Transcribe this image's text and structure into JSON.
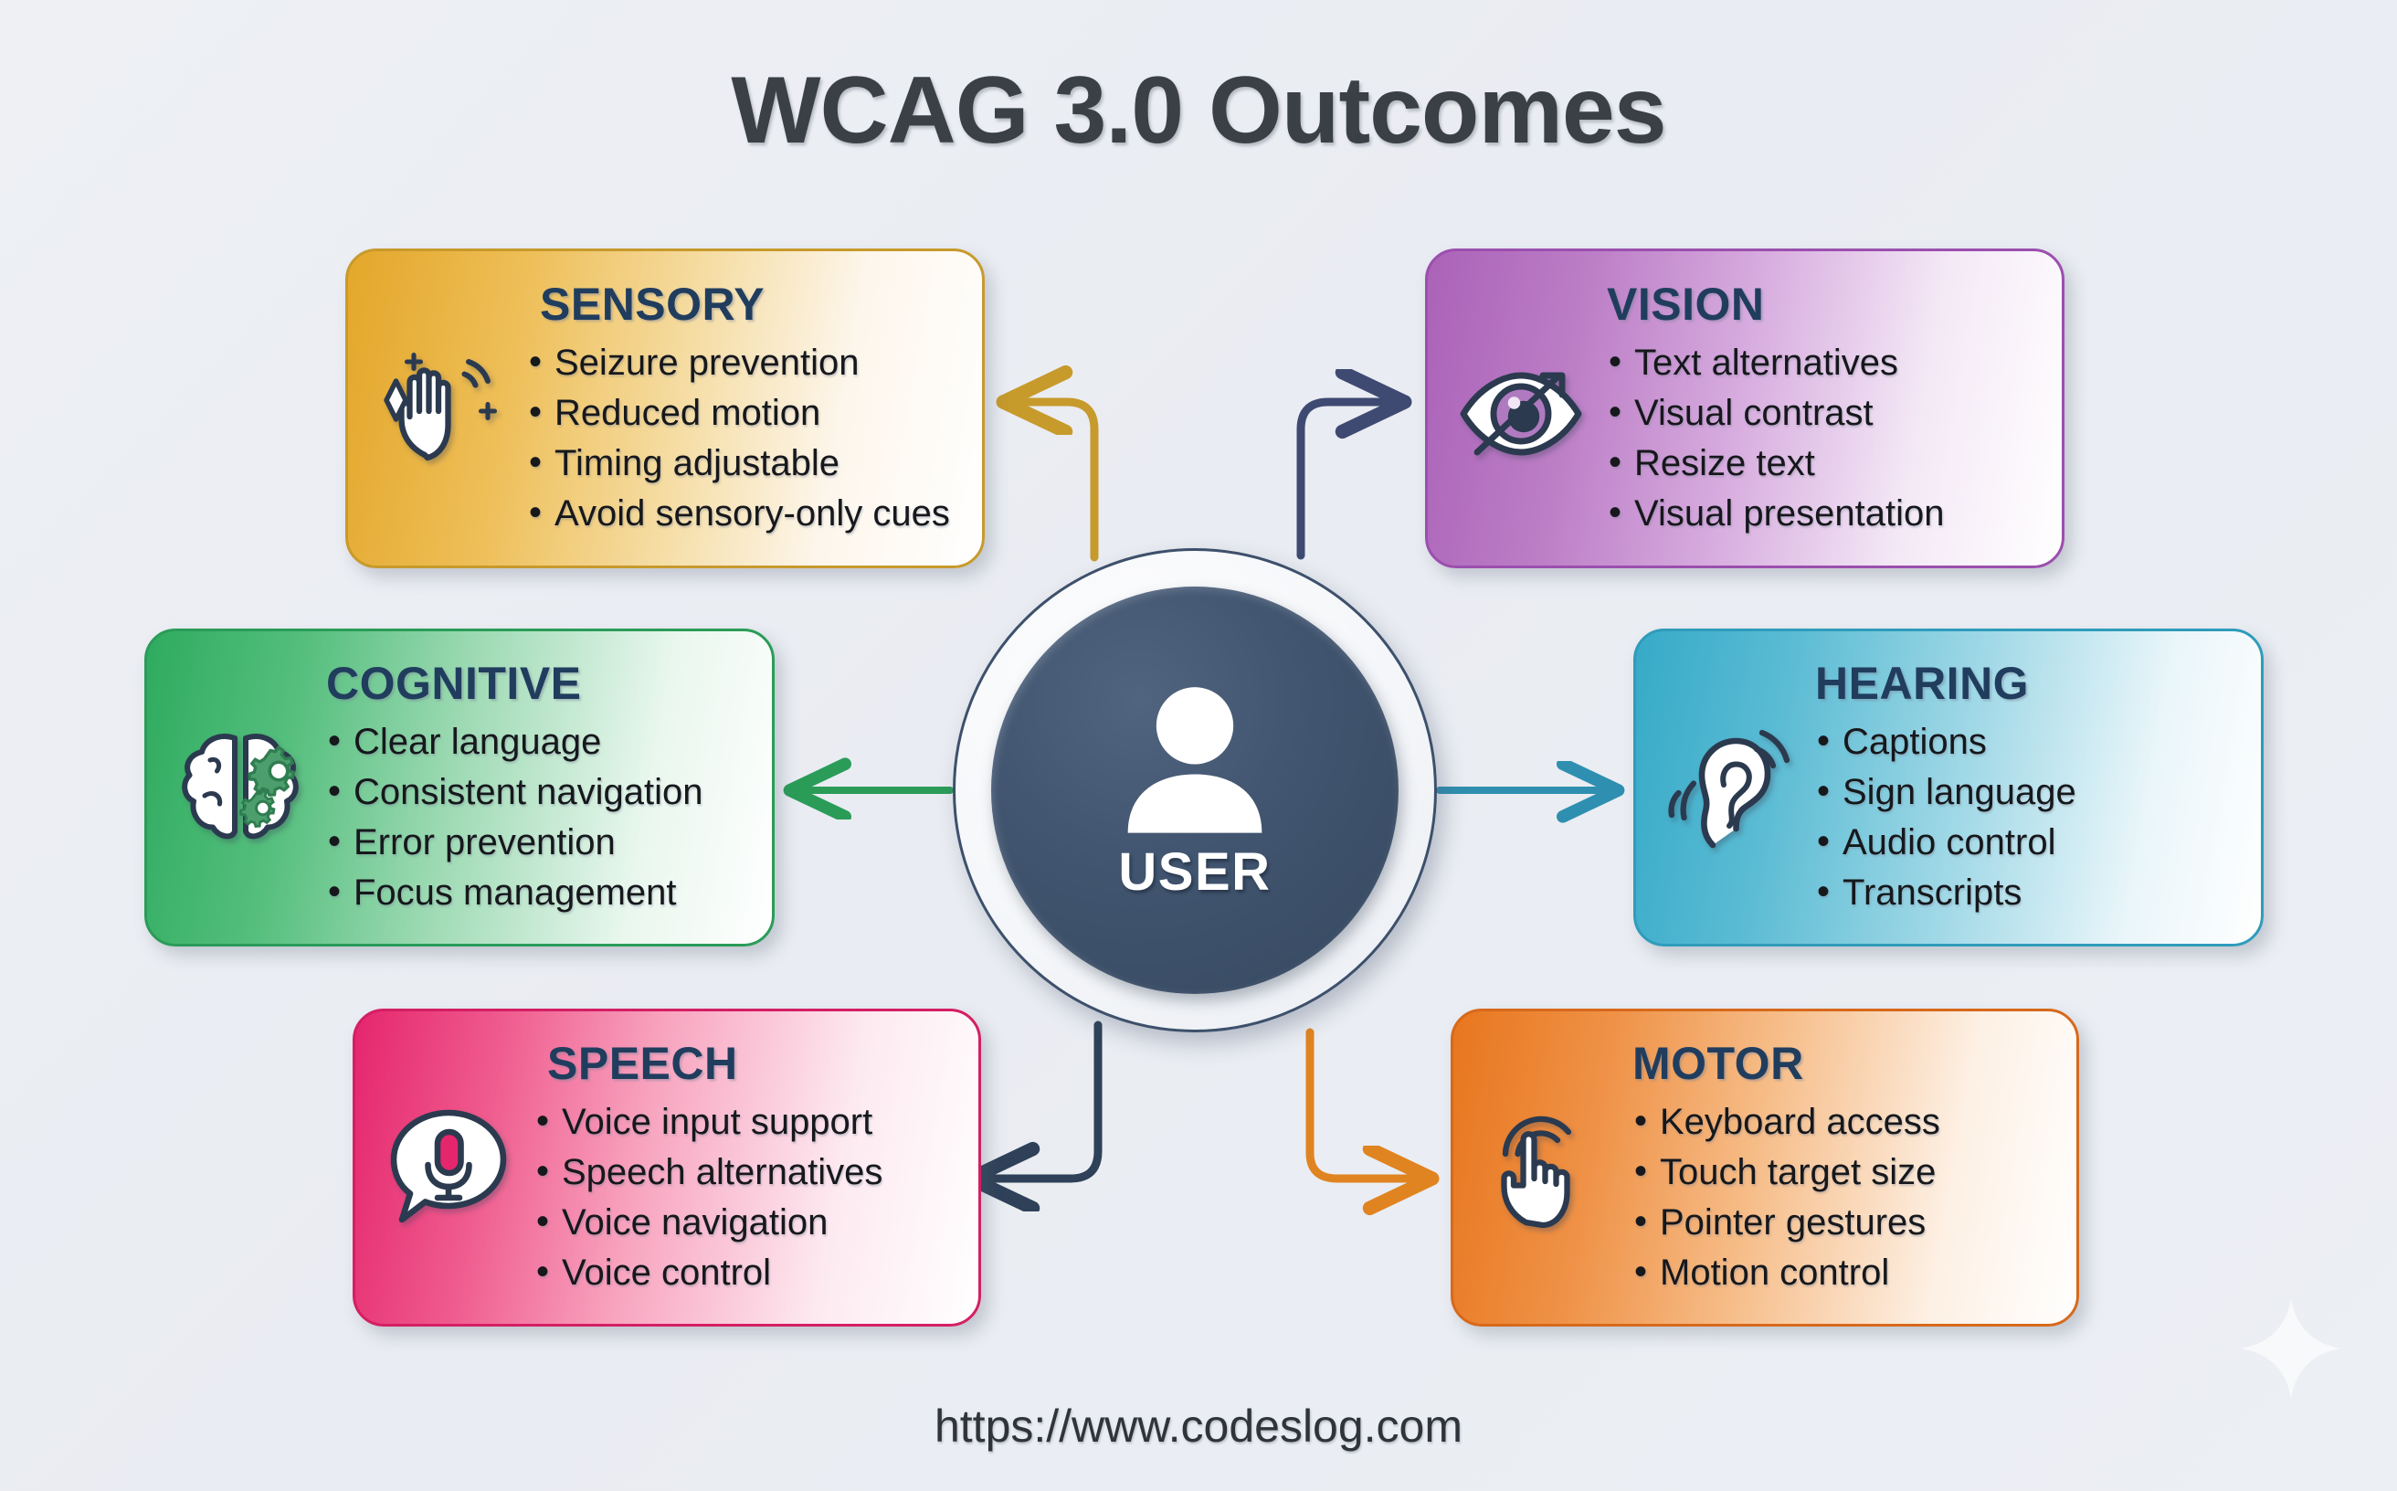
{
  "page": {
    "title": "WCAG 3.0 Outcomes",
    "footer_url": "https://www.codeslog.com",
    "background_color": "#eef0f4"
  },
  "hub": {
    "label": "USER",
    "icon": "person-icon",
    "fill_color": "#3d506b",
    "ring_color": "#3d506b"
  },
  "cards": [
    {
      "id": "sensory",
      "title": "SENSORY",
      "icon": "hand-sparkle-icon",
      "accent_color": "#c79a2c",
      "gradient_from": "#e3a72a",
      "gradient_to": "#ffffff",
      "items": [
        "Seizure prevention",
        "Reduced motion",
        "Timing adjustable",
        "Avoid sensory-only cues"
      ]
    },
    {
      "id": "vision",
      "title": "VISION",
      "icon": "eye-arrow-icon",
      "accent_color": "#9b4fae",
      "gradient_from": "#ab62b8",
      "gradient_to": "#ffffff",
      "items": [
        "Text alternatives",
        "Visual contrast",
        "Resize text",
        "Visual presentation"
      ]
    },
    {
      "id": "cognitive",
      "title": "COGNITIVE",
      "icon": "brain-gears-icon",
      "accent_color": "#2a9c58",
      "gradient_from": "#2eab5f",
      "gradient_to": "#ffffff",
      "items": [
        "Clear language",
        "Consistent navigation",
        "Error prevention",
        "Focus management"
      ]
    },
    {
      "id": "hearing",
      "title": "HEARING",
      "icon": "ear-soundwaves-icon",
      "accent_color": "#2f9cbb",
      "gradient_from": "#36aac8",
      "gradient_to": "#ffffff",
      "items": [
        "Captions",
        "Sign language",
        "Audio control",
        "Transcripts"
      ]
    },
    {
      "id": "speech",
      "title": "SPEECH",
      "icon": "microphone-bubble-icon",
      "accent_color": "#d41f63",
      "gradient_from": "#e5266d",
      "gradient_to": "#ffffff",
      "items": [
        "Voice input support",
        "Speech alternatives",
        "Voice navigation",
        "Voice control"
      ]
    },
    {
      "id": "motor",
      "title": "MOTOR",
      "icon": "tap-hand-icon",
      "accent_color": "#d7691b",
      "gradient_from": "#e8761e",
      "gradient_to": "#ffffff",
      "items": [
        "Keyboard access",
        "Touch target size",
        "Pointer gestures",
        "Motion control"
      ]
    }
  ],
  "connectors": [
    {
      "id": "hub-to-sensory",
      "target": "sensory",
      "color": "#c79a2c",
      "direction": "up-left"
    },
    {
      "id": "hub-to-vision",
      "target": "vision",
      "color": "#3f4a73",
      "direction": "up-right"
    },
    {
      "id": "hub-to-cognitive",
      "target": "cognitive",
      "color": "#2a9c58",
      "direction": "left"
    },
    {
      "id": "hub-to-hearing",
      "target": "hearing",
      "color": "#2f8fb0",
      "direction": "right"
    },
    {
      "id": "hub-to-speech",
      "target": "speech",
      "color": "#2e4158",
      "direction": "down-left"
    },
    {
      "id": "hub-to-motor",
      "target": "motor",
      "color": "#e08421",
      "direction": "down-right"
    }
  ]
}
